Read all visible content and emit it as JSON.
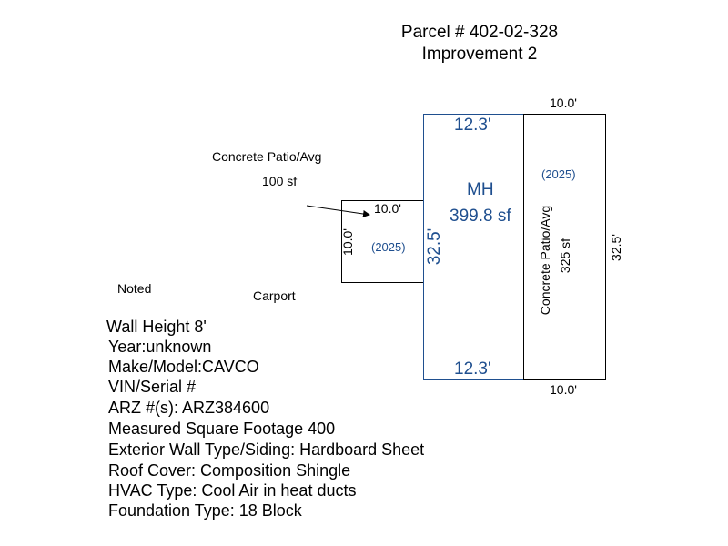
{
  "header": {
    "parcel": "Parcel # 402-02-328",
    "improvement": "Improvement 2"
  },
  "colors": {
    "accent": "#1f4f8f",
    "line": "#000000"
  },
  "patio_left": {
    "name": "Concrete Patio/Avg",
    "area": "100 sf",
    "top_dim": "10.0'",
    "side_dim": "10.0'",
    "year": "(2025)"
  },
  "mh": {
    "name": "MH",
    "area": "399.8 sf",
    "top_dim": "12.3'",
    "bottom_dim": "12.3'",
    "side_dim": "32.5'"
  },
  "patio_right": {
    "name": "Concrete Patio/Avg",
    "area": "325 sf",
    "year": "(2025)",
    "top_dim": "10.0'",
    "bottom_dim": "10.0'",
    "side_dim": "32.5'"
  },
  "labels": {
    "noted": "Noted",
    "carport": "Carport"
  },
  "info_lines": [
    "Wall Height 8'",
    "Year:unknown",
    "Make/Model:CAVCO",
    "VIN/Serial #",
    "ARZ #(s): ARZ384600",
    "Measured Square Footage 400",
    "Exterior Wall Type/Siding: Hardboard Sheet",
    "Roof Cover: Composition Shingle",
    "HVAC Type: Cool Air in heat ducts",
    "Foundation Type: 18 Block"
  ]
}
